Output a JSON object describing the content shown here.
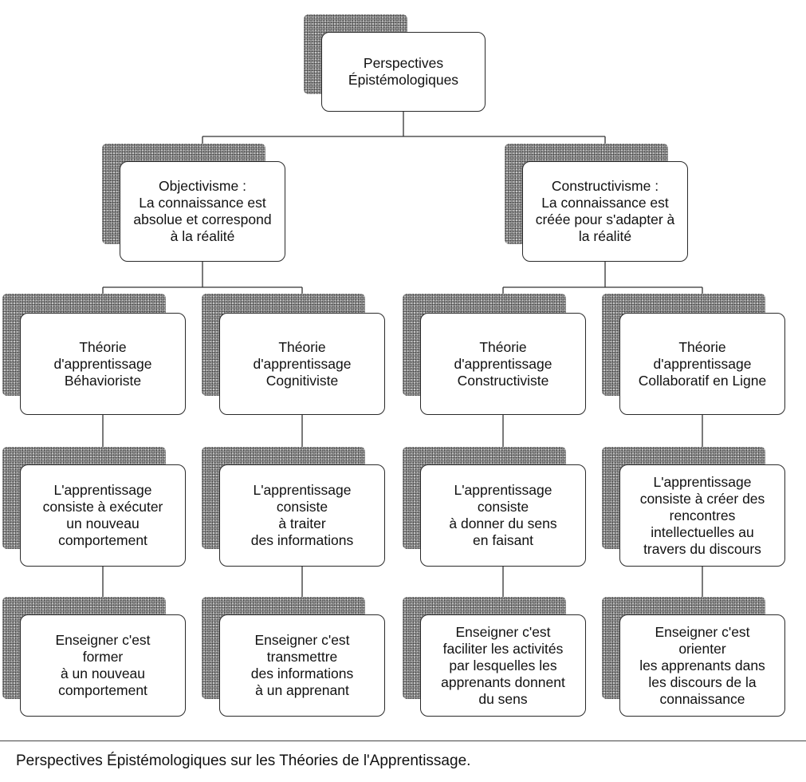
{
  "diagram": {
    "nodes": [
      {
        "id": "root",
        "text": "Perspectives\nÉpistémologiques"
      },
      {
        "id": "objectivism",
        "text": "Objectivisme :\nLa connaissance est\nabsolue et correspond\nà la réalité"
      },
      {
        "id": "constructivism",
        "text": "Constructivisme :\nLa connaissance est\ncréée pour s'adapter à\nla réalité"
      },
      {
        "id": "theory-behaviorist",
        "text": "Théorie\nd'apprentissage\nBéhavioriste"
      },
      {
        "id": "theory-cognitivist",
        "text": "Théorie\nd'apprentissage\nCognitiviste"
      },
      {
        "id": "theory-constructivist",
        "text": "Théorie\nd'apprentissage\nConstructiviste"
      },
      {
        "id": "theory-collaborative",
        "text": "Théorie\nd'apprentissage\nCollaboratif en Ligne"
      },
      {
        "id": "learning-behaviorist",
        "text": "L'apprentissage\nconsiste à exécuter\nun nouveau\ncomportement"
      },
      {
        "id": "learning-cognitivist",
        "text": "L'apprentissage\nconsiste\nà traiter\ndes informations"
      },
      {
        "id": "learning-constructivist",
        "text": "L'apprentissage\nconsiste\nà donner du sens\nen faisant"
      },
      {
        "id": "learning-collaborative",
        "text": "L'apprentissage\nconsiste à créer des\nrencontres\nintellectuelles au\ntravers du discours"
      },
      {
        "id": "teaching-behaviorist",
        "text": "Enseigner c'est\nformer\nà un nouveau\ncomportement"
      },
      {
        "id": "teaching-cognitivist",
        "text": "Enseigner c'est\ntransmettre\ndes informations\nà un apprenant"
      },
      {
        "id": "teaching-constructivist",
        "text": "Enseigner c'est\nfaciliter les activités\npar lesquelles les\napprenants donnent\ndu sens"
      },
      {
        "id": "teaching-collaborative",
        "text": "Enseigner c'est\norienter\nles apprenants dans\nles discours de la\nconnaissance"
      }
    ],
    "edges": [
      [
        "root",
        "objectivism"
      ],
      [
        "root",
        "constructivism"
      ],
      [
        "objectivism",
        "theory-behaviorist"
      ],
      [
        "objectivism",
        "theory-cognitivist"
      ],
      [
        "constructivism",
        "theory-constructivist"
      ],
      [
        "constructivism",
        "theory-collaborative"
      ],
      [
        "theory-behaviorist",
        "learning-behaviorist"
      ],
      [
        "theory-cognitivist",
        "learning-cognitivist"
      ],
      [
        "theory-constructivist",
        "learning-constructivist"
      ],
      [
        "theory-collaborative",
        "learning-collaborative"
      ],
      [
        "learning-behaviorist",
        "teaching-behaviorist"
      ],
      [
        "learning-cognitivist",
        "teaching-cognitivist"
      ],
      [
        "learning-constructivist",
        "teaching-constructivist"
      ],
      [
        "learning-collaborative",
        "teaching-collaborative"
      ]
    ]
  },
  "caption": "Perspectives Épistémologiques sur les Théories de l'Apprentissage."
}
